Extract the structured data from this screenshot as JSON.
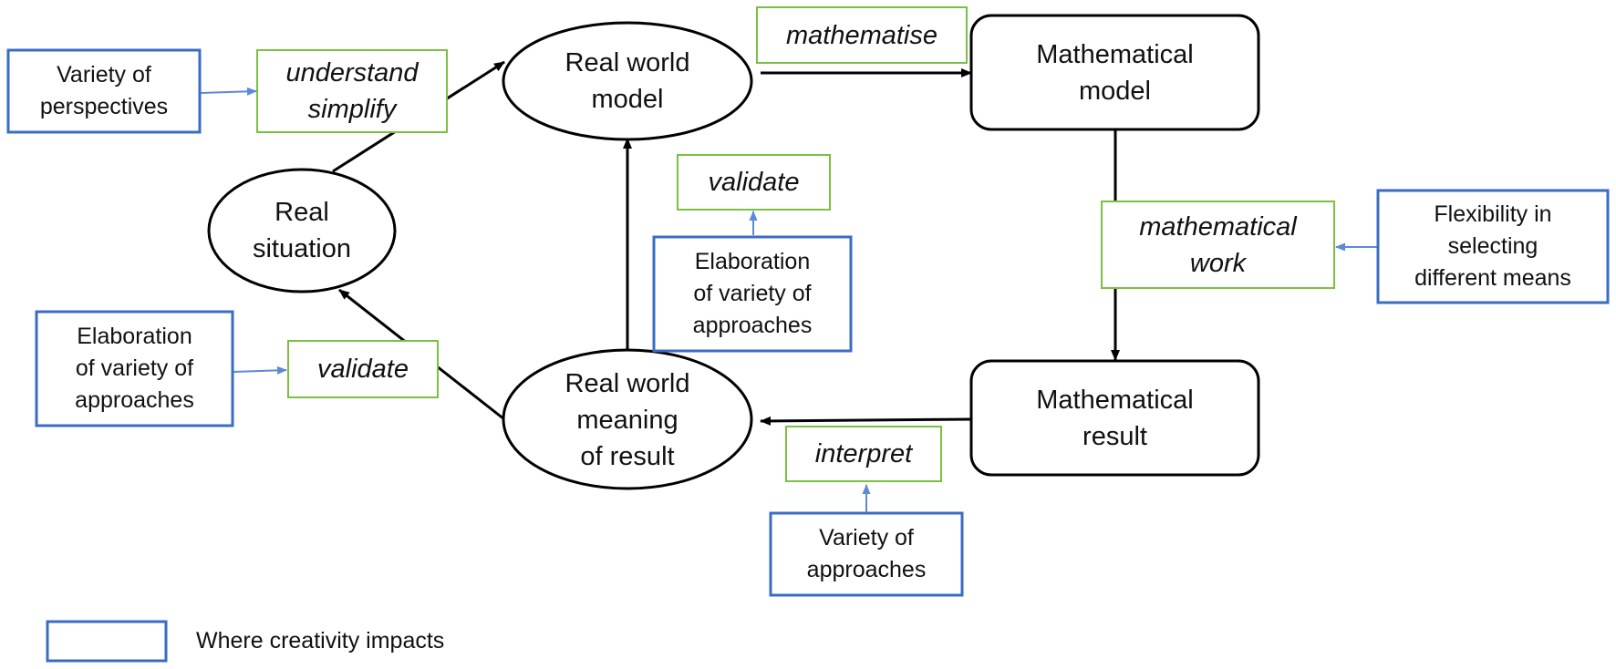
{
  "colors": {
    "stroke": "#000000",
    "step_border": "#7ac142",
    "impact_border": "#3a6cc4",
    "impact_arrow": "#5b8ad6"
  },
  "nodes": {
    "real_situation": "Real\nsituation",
    "real_world_model": "Real world\nmodel",
    "mathematical_model": "Mathematical\nmodel",
    "mathematical_result": "Mathematical\nresult",
    "real_world_meaning": "Real world\nmeaning\nof result"
  },
  "steps": {
    "understand_simplify": "understand\nsimplify",
    "mathematise": "mathematise",
    "mathematical_work": "mathematical\nwork",
    "interpret": "interpret",
    "validate_center": "validate",
    "validate_left": "validate"
  },
  "impacts": {
    "variety_of_perspectives": "Variety of\nperspectives",
    "flexibility": "Flexibility in\nselecting\ndifferent  means",
    "variety_of_approaches": "Variety of\napproaches",
    "elaboration_center": "Elaboration\nof variety of\napproaches",
    "elaboration_left": "Elaboration\nof variety of\napproaches"
  },
  "legend": {
    "label": "Where creativity impacts",
    "icon": "blue-outline-box"
  }
}
